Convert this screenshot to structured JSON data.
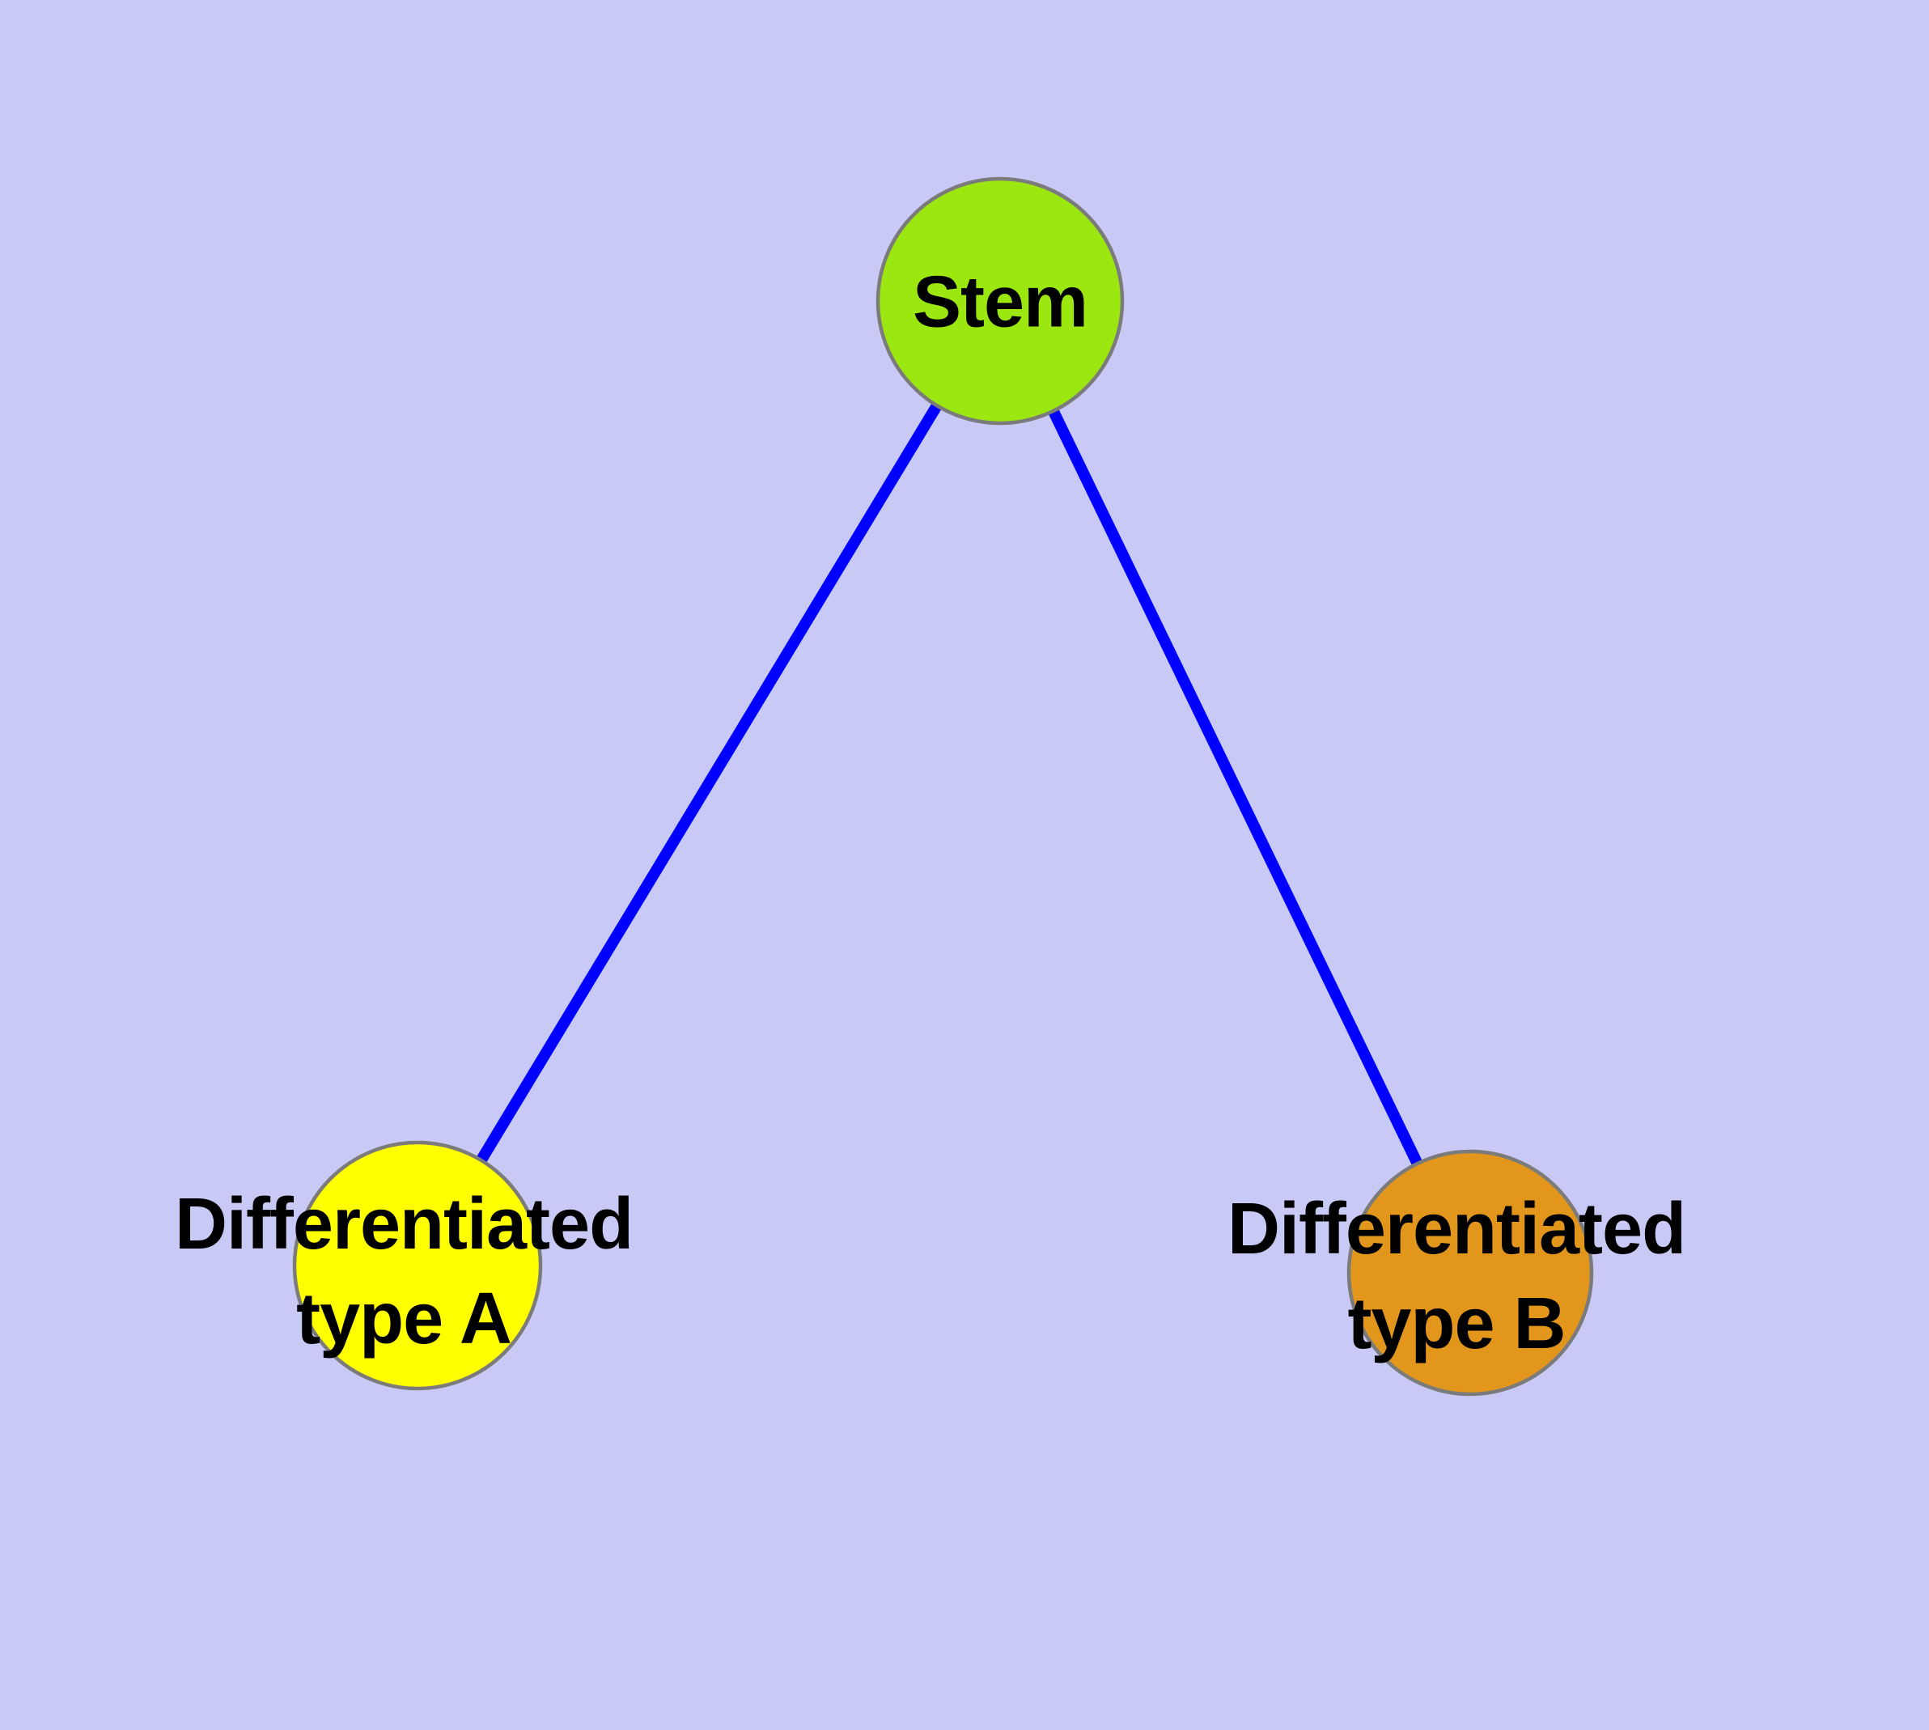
{
  "diagram": {
    "kind": "node-link graph",
    "background_color": "#c9c9f5",
    "node_border_color": "#7b7b7b",
    "label_color": "#000000",
    "edge": {
      "color": "#0000ff"
    },
    "nodes": {
      "stem": {
        "label": "Stem",
        "fill": "#9be70f"
      },
      "typeA": {
        "label_line1": "Differentiated",
        "label_line2": "type A",
        "fill": "#ffff00"
      },
      "typeB": {
        "label_line1": "Differentiated",
        "label_line2": "type B",
        "fill": "#e2971c"
      }
    },
    "edges": [
      {
        "from": "Stem",
        "to": "Differentiated type A"
      },
      {
        "from": "Stem",
        "to": "Differentiated type B"
      }
    ]
  }
}
